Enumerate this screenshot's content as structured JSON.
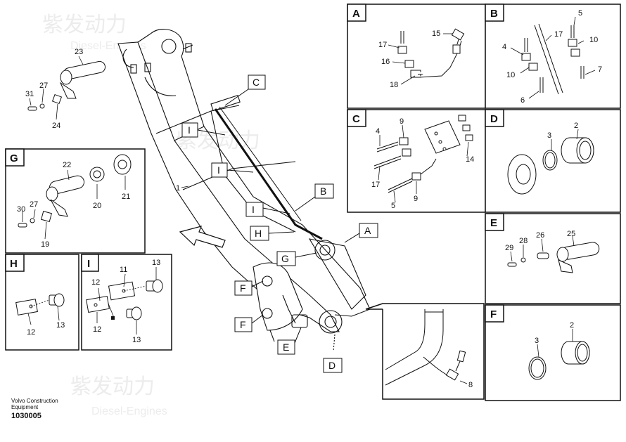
{
  "footer": {
    "company": "Volvo Construction",
    "division": "Equipment",
    "drawing_number": "1030005"
  },
  "watermark": {
    "cn": "紫发动力",
    "en": "Diesel-Engines"
  },
  "main": {
    "part_labels": {
      "p23": "23",
      "p27": "27",
      "p31": "31",
      "p24": "24",
      "p1": "1"
    },
    "callouts": {
      "C": "C",
      "I1": "I",
      "I2": "I",
      "I3": "I",
      "B": "B",
      "H": "H",
      "G": "G",
      "A": "A",
      "F1": "F",
      "F2": "F",
      "E": "E",
      "D": "D"
    }
  },
  "panels": {
    "A": {
      "title": "A",
      "labels": {
        "p17": "17",
        "p15": "15",
        "p16": "16",
        "p18": "18"
      }
    },
    "B": {
      "title": "B",
      "labels": {
        "p5": "5",
        "p4": "4",
        "p17": "17",
        "p10a": "10",
        "p10b": "10",
        "p7": "7",
        "p6": "6"
      }
    },
    "C": {
      "title": "C",
      "labels": {
        "p9a": "9",
        "p4": "4",
        "p17": "17",
        "p14": "14",
        "p9b": "9",
        "p5": "5"
      }
    },
    "D": {
      "title": "D",
      "labels": {
        "p3": "3",
        "p2": "2"
      }
    },
    "E": {
      "title": "E",
      "labels": {
        "p29": "29",
        "p28": "28",
        "p26": "26",
        "p25": "25"
      }
    },
    "F": {
      "title": "F",
      "labels": {
        "p3": "3",
        "p2": "2"
      }
    },
    "G": {
      "title": "G",
      "labels": {
        "p22": "22",
        "p27": "27",
        "p30": "30",
        "p20": "20",
        "p21": "21",
        "p19": "19"
      }
    },
    "H": {
      "title": "H",
      "labels": {
        "p12": "12",
        "p13": "13"
      }
    },
    "I": {
      "title": "I",
      "labels": {
        "p12": "12",
        "p11": "11",
        "p13a": "13",
        "p13b": "13"
      }
    },
    "detail": {
      "labels": {
        "p8": "8"
      }
    }
  }
}
